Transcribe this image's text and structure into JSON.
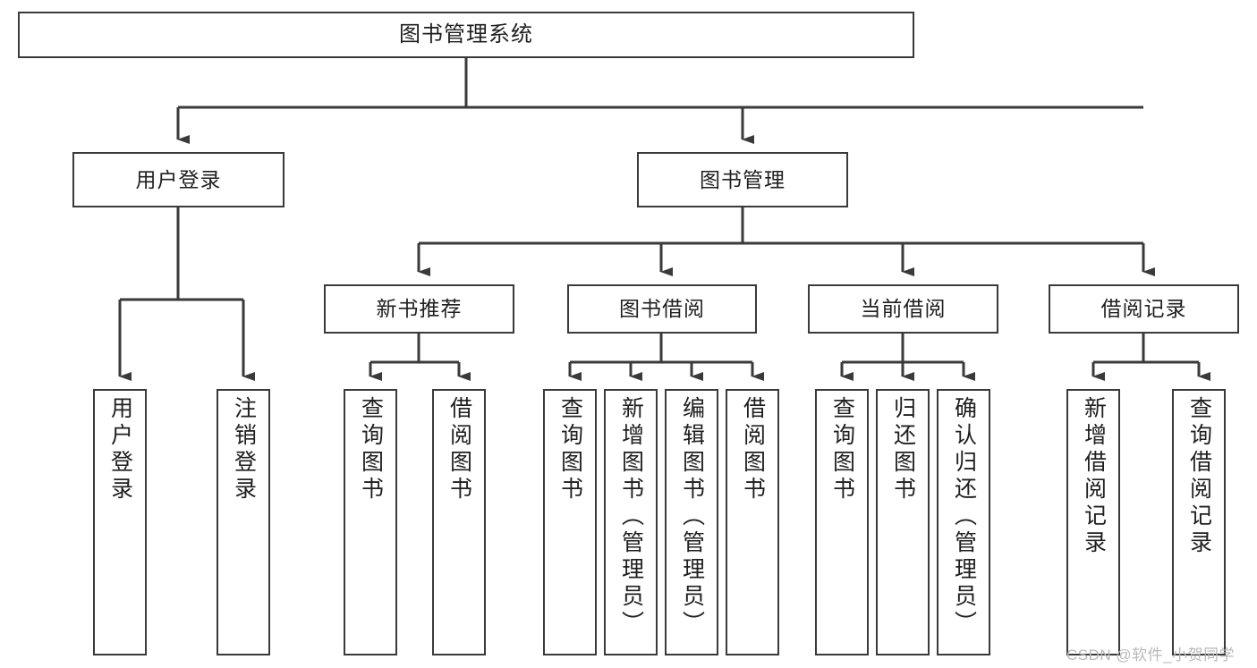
{
  "diagram": {
    "title": "图书管理系统",
    "type": "tree-hierarchy-chart",
    "root": {
      "label": "图书管理系统"
    },
    "level1": [
      {
        "label": "用户登录"
      },
      {
        "label": "图书管理"
      }
    ],
    "level2": [
      {
        "label": "新书推荐"
      },
      {
        "label": "图书借阅"
      },
      {
        "label": "当前借阅"
      },
      {
        "label": "借阅记录"
      }
    ],
    "leaves": {
      "user_login": [
        {
          "label": "用户登录"
        },
        {
          "label": "注销登录"
        }
      ],
      "new_book_recommend": [
        {
          "label": "查询图书"
        },
        {
          "label": "借阅图书"
        }
      ],
      "book_borrow": [
        {
          "label": "查询图书"
        },
        {
          "label": "新增图书（管理员）"
        },
        {
          "label": "编辑图书（管理员）"
        },
        {
          "label": "借阅图书"
        }
      ],
      "current_borrow": [
        {
          "label": "查询图书"
        },
        {
          "label": "归还图书"
        },
        {
          "label": "确认归还（管理员）"
        }
      ],
      "borrow_record": [
        {
          "label": "新增借阅记录"
        },
        {
          "label": "查询借阅记录"
        }
      ]
    }
  },
  "watermark": {
    "text": "CSDN @软件_小贺同学"
  },
  "colors": {
    "box_border": "#3a3a3a",
    "line": "#3a3a3a",
    "text": "#1f1f1f",
    "background": "#ffffff",
    "watermark": "#b9b9b9"
  }
}
